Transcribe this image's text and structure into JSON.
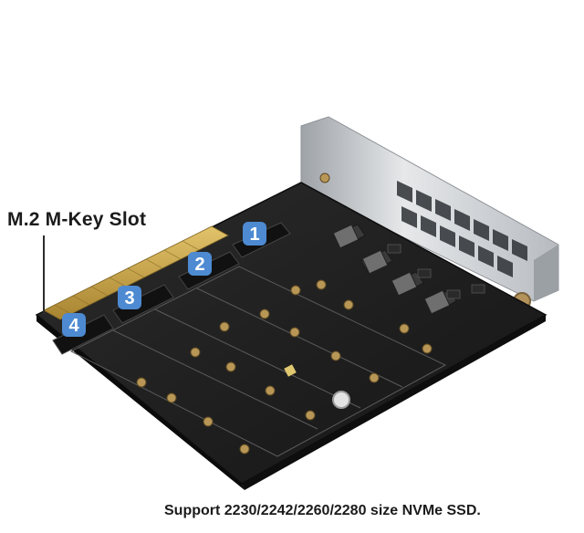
{
  "heading": "M.2 M-Key Slot",
  "caption": "Support 2230/2242/2260/2280 size NVMe SSD.",
  "slot_numbers": [
    "1",
    "2",
    "3",
    "4"
  ],
  "colors": {
    "pcb": "#1e1e1e",
    "slot_badge": "#4d8ad2",
    "bracket": "#cfd2d6",
    "gold_contacts": "#c9a44a"
  }
}
